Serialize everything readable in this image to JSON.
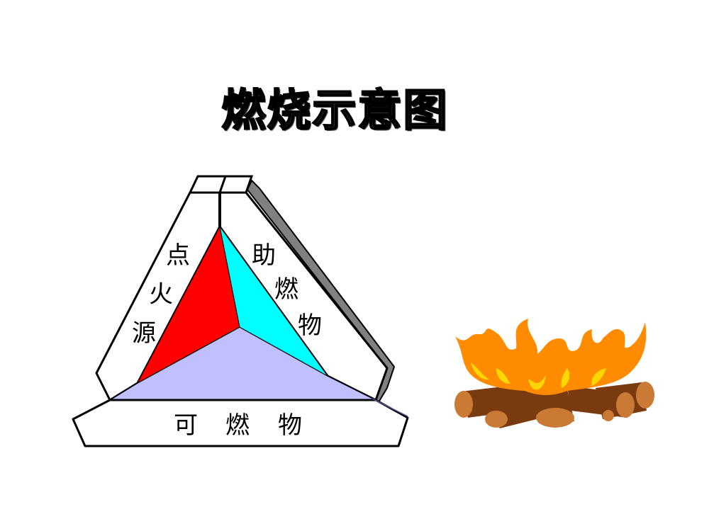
{
  "title": "燃烧示意图",
  "diagram": {
    "left_side_label": [
      "点",
      "火",
      "源"
    ],
    "right_side_label": [
      "助",
      "燃",
      "物"
    ],
    "base_label": [
      "可",
      "燃",
      "物"
    ],
    "colors": {
      "ignition_source_face": "#ff0000",
      "oxidizer_face": "#00ffff",
      "fuel_face": "#c0c0ff",
      "shadow_side": "#808080",
      "outline": "#000000",
      "frame_fill": "#ffffff"
    }
  },
  "illustration": {
    "name": "campfire",
    "colors": {
      "flame_outer": "#ff8c00",
      "flame_inner": "#ffd700",
      "log_dark": "#7a3a10",
      "log_end": "#c97a35"
    }
  }
}
